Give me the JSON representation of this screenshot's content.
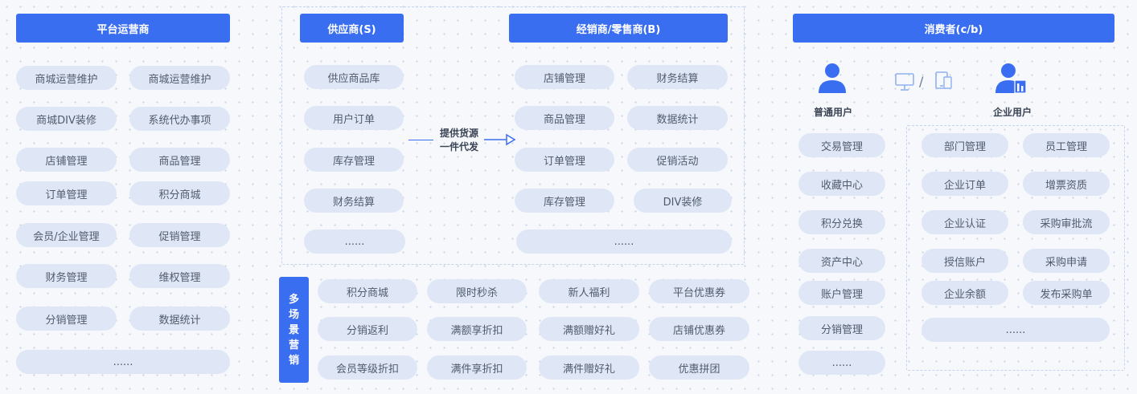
{
  "platform": {
    "title": "平台运营商",
    "items": [
      "商城运营维护",
      "商城运营维护",
      "商城DIV装修",
      "系统代办事项",
      "店铺管理",
      "商品管理",
      "订单管理",
      "积分商城",
      "会员/企业管理",
      "促销管理",
      "财务管理",
      "维权管理",
      "分销管理",
      "数据统计"
    ],
    "more": "......"
  },
  "supplier": {
    "title": "供应商(S)",
    "items": [
      "供应商品库",
      "用户订单",
      "库存管理",
      "财务结算"
    ],
    "more": "......"
  },
  "link": {
    "line1": "提供货源",
    "line2": "一件代发"
  },
  "dealer": {
    "title": "经销商/零售商(B)",
    "items": [
      "店铺管理",
      "财务结算",
      "商品管理",
      "数据统计",
      "订单管理",
      "促销活动",
      "库存管理",
      "DIV装修"
    ],
    "more": "......"
  },
  "marketing": {
    "title_chars": [
      "多",
      "场",
      "景",
      "营",
      "销"
    ],
    "items": [
      "积分商城",
      "限时秒杀",
      "新人福利",
      "平台优惠券",
      "分销返利",
      "满额享折扣",
      "满额赠好礼",
      "店铺优惠券",
      "会员等级折扣",
      "满件享折扣",
      "满件赠好礼",
      "优惠拼团"
    ]
  },
  "consumer": {
    "title": "消费者(c/b)",
    "normal_label": "普通用户",
    "enterprise_label": "企业用户",
    "separator": "/",
    "normal_items": [
      "交易管理",
      "收藏中心",
      "积分兑换",
      "资产中心",
      "账户管理",
      "分销管理"
    ],
    "normal_more": "......",
    "enterprise_items": [
      "部门管理",
      "员工管理",
      "企业订单",
      "增票资质",
      "企业认证",
      "采购审批流",
      "授信账户",
      "采购申请",
      "企业余额",
      "发布采购单"
    ],
    "enterprise_more": "......"
  },
  "colors": {
    "accent": "#3a6ef0",
    "pill": "#dfe7f6"
  },
  "icons": [
    "user-icon",
    "monitor-icon",
    "tablet-icon",
    "enterprise-user-icon",
    "arrow-right-icon"
  ]
}
